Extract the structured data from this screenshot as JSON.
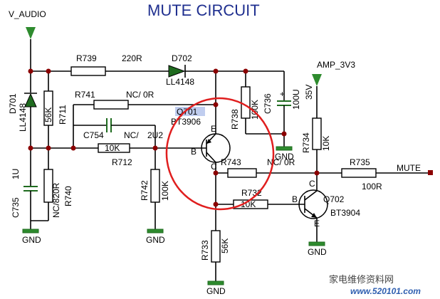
{
  "title": "MUTE CIRCUIT",
  "nets": {
    "v_audio": "V_AUDIO",
    "amp_3v3": "AMP_3V3",
    "mute": "MUTE",
    "gnd": "GND",
    "v35": "35V"
  },
  "parts": {
    "d701": {
      "ref": "D701",
      "value": "LL4148"
    },
    "r711": {
      "ref": "R711",
      "value": "56K"
    },
    "r739": {
      "ref": "R739",
      "value": "220R"
    },
    "d702": {
      "ref": "D702",
      "value": "LL4148"
    },
    "r741": {
      "ref": "R741",
      "value": "NC/ 0R"
    },
    "c754": {
      "ref": "C754",
      "value": "NC/",
      "value2": "2U2"
    },
    "r712": {
      "ref": "R712",
      "value": "10K"
    },
    "r742": {
      "ref": "R742",
      "value": "100K"
    },
    "c735": {
      "ref": "C735",
      "value": "1U"
    },
    "r740": {
      "ref": "R740",
      "value": "NC/820R"
    },
    "q701": {
      "ref": "Q701",
      "value": "BT3906"
    },
    "r738": {
      "ref": "R738",
      "value": "100K"
    },
    "c736": {
      "ref": "C736",
      "value": "100U"
    },
    "r743": {
      "ref": "R743",
      "value": "NC/ 0R"
    },
    "r733": {
      "ref": "R733",
      "value": "56K"
    },
    "r734": {
      "ref": "R734",
      "value": "10K"
    },
    "r735": {
      "ref": "R735",
      "value": "100R"
    },
    "r732": {
      "ref": "R732",
      "value": "10K"
    },
    "q702": {
      "ref": "Q702",
      "value": "BT3904"
    }
  },
  "pins": {
    "e": "E",
    "b": "B",
    "c": "C"
  },
  "watermark": {
    "cn": "家电维修资料网",
    "url": "www.520101.com"
  },
  "colors": {
    "title": "#1f2f8f",
    "gnd": "#2e8b2e",
    "highlight_circle": "#e01e1e",
    "junction": "#8b0000"
  }
}
